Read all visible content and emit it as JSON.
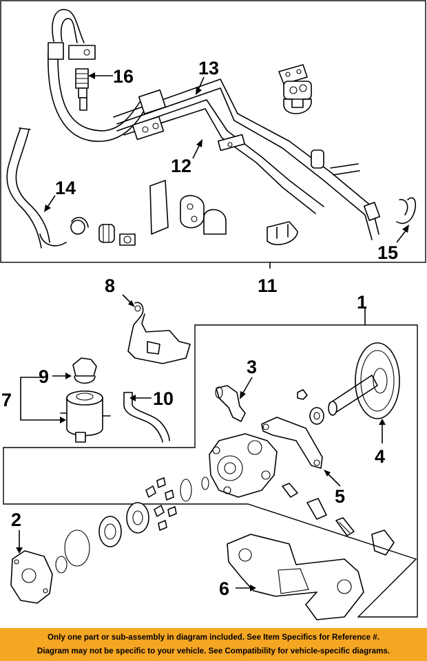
{
  "callouts": {
    "c1": "1",
    "c2": "2",
    "c3": "3",
    "c4": "4",
    "c5": "5",
    "c6": "6",
    "c7": "7",
    "c8": "8",
    "c9": "9",
    "c10": "10",
    "c11": "11",
    "c12": "12",
    "c13": "13",
    "c14": "14",
    "c15": "15",
    "c16": "16"
  },
  "footer": {
    "line1": "Only one part or sub-assembly in diagram included. See Item Specifics for Reference #.",
    "line2": "Diagram may not be specific to your vehicle. See Compatibility for vehicle-specific diagrams."
  },
  "colors": {
    "footer_bg": "#f5a623",
    "ink": "#000000"
  }
}
